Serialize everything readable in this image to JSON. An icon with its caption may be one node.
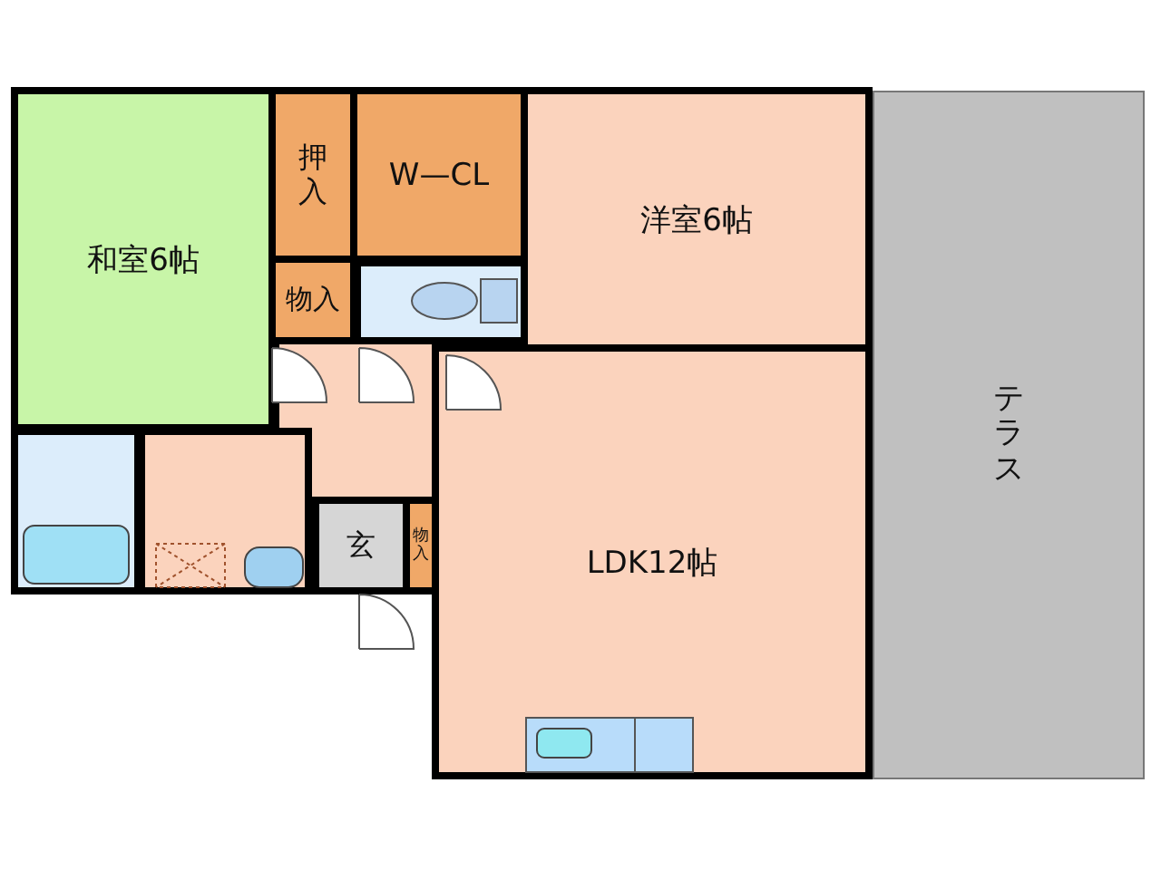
{
  "diagram": {
    "nodes": [
      {
        "text": [
          "和室6帖"
        ]
      },
      {
        "text": [
          "押入"
        ]
      },
      {
        "text": [
          "W—CL"
        ]
      },
      {
        "text": [
          "洋室6帖"
        ]
      },
      {
        "text": [
          "物入"
        ]
      },
      {
        "text": [
          "LDK12帖"
        ]
      },
      {
        "text": [
          "玄"
        ]
      },
      {
        "text": [
          "物入"
        ]
      },
      {
        "text": [
          "テラス"
        ]
      }
    ]
  }
}
